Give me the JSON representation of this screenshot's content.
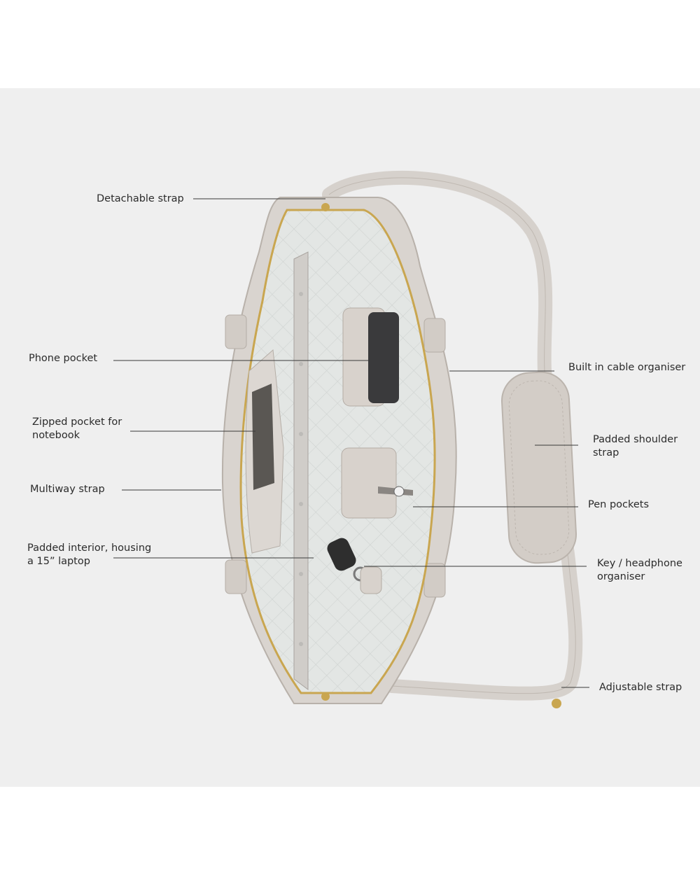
{
  "labels": {
    "detachable_strap": "Detachable strap",
    "phone_pocket": "Phone pocket",
    "zipped_pocket": "Zipped pocket for\nnotebook",
    "multiway_strap": "Multiway strap",
    "padded_interior": "Padded interior, housing\na 15” laptop",
    "cable_organiser": "Built in cable organiser",
    "padded_shoulder_strap": "Padded shoulder\nstrap",
    "pen_pockets": "Pen pockets",
    "key_organiser": "Key / headphone\norganiser",
    "adjustable_strap": "Adjustable strap"
  },
  "colors": {
    "background": "#efefef",
    "leather": "#d9d4cf",
    "leather_shadow": "#c4bdb6",
    "lining": "#e3e6e4",
    "zipper": "#c9a650",
    "leader_line": "#3a3a3a"
  }
}
